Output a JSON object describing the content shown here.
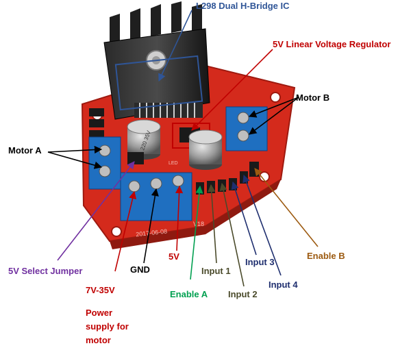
{
  "labels": {
    "l298": {
      "text": "L298 Dual H-Bridge IC",
      "color": "#2f5597"
    },
    "regulator": {
      "text": "5V Linear Voltage Regulator",
      "color": "#c00000"
    },
    "motor_b": {
      "text": "Motor B",
      "color": "#000000"
    },
    "motor_a": {
      "text": "Motor A",
      "color": "#000000"
    },
    "jumper": {
      "text": "5V Select Jumper",
      "color": "#7030a0"
    },
    "power_voltage": {
      "text": "7V-35V",
      "color": "#c00000"
    },
    "power_note_1": {
      "text": "Power",
      "color": "#c00000"
    },
    "power_note_2": {
      "text": "supply for",
      "color": "#c00000"
    },
    "power_note_3": {
      "text": "motor",
      "color": "#c00000"
    },
    "gnd": {
      "text": "GND",
      "color": "#000000"
    },
    "five_v": {
      "text": "5V",
      "color": "#c00000"
    },
    "enable_a": {
      "text": "Enable A",
      "color": "#00a050"
    },
    "input1": {
      "text": "Input 1",
      "color": "#4a4a2a"
    },
    "input2": {
      "text": "Input 2",
      "color": "#4a4a2a"
    },
    "input3": {
      "text": "Input 3",
      "color": "#1f2f6f"
    },
    "input4": {
      "text": "Input 4",
      "color": "#1f2f6f"
    },
    "enable_b": {
      "text": "Enable B",
      "color": "#9c5a10"
    }
  },
  "board": {
    "silkscreen_date": "2017-06-08",
    "silkscreen_ver": "V18",
    "cap_text": "220 35V",
    "led_text": "LED",
    "colors": {
      "pcb": "#d42a1c",
      "terminal": "#1f6fc0",
      "heatsink": "#1c1c1c"
    }
  }
}
